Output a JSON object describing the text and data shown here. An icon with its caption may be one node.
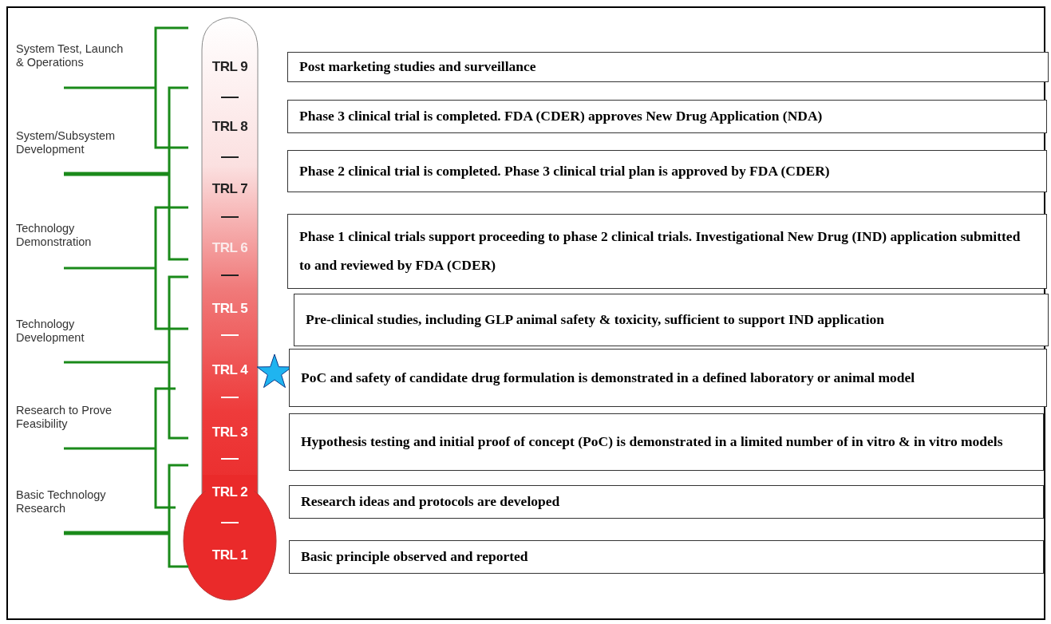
{
  "diagram": {
    "nodes": [
      {
        "text": [
          "Post marketing studies and surveillance"
        ]
      },
      {
        "text": [
          "Phase 3 clinical trial is completed. FDA (CDER) approves New Drug Application (NDA)"
        ]
      },
      {
        "text": [
          "Phase 2 clinical trial is completed. Phase 3 clinical trial plan is approved by FDA (CDER)"
        ]
      },
      {
        "text": [
          "Phase 1 clinical trials support proceeding to phase 2 clinical trials. Investigational New Drug (IND) application submitted to and reviewed by FDA (CDER)"
        ]
      },
      {
        "text": [
          "Pre-clinical studies, including GLP animal safety & toxicity, sufficient to support IND application"
        ]
      },
      {
        "text": [
          "PoC and safety of candidate drug formulation is demonstrated in a defined laboratory or animal model"
        ]
      },
      {
        "text": [
          "Hypothesis testing and initial proof of concept (PoC) is demonstrated in a limited number of in vitro & in vitro models"
        ]
      },
      {
        "text": [
          "Research ideas and protocols are developed"
        ]
      },
      {
        "text": [
          "Basic principle observed and reported"
        ]
      }
    ],
    "edges": [],
    "labels": [
      "System Test, Launch & Operations",
      "System/Subsystem Development",
      "Technology Demonstration",
      "Technology Development",
      "Research to Prove Feasibility",
      "Basic Technology Research",
      "TRL 9",
      "TRL 8",
      "TRL 7",
      "TRL 6",
      "TRL 5",
      "TRL 4",
      "TRL 3",
      "TRL 2",
      "TRL 1"
    ]
  }
}
